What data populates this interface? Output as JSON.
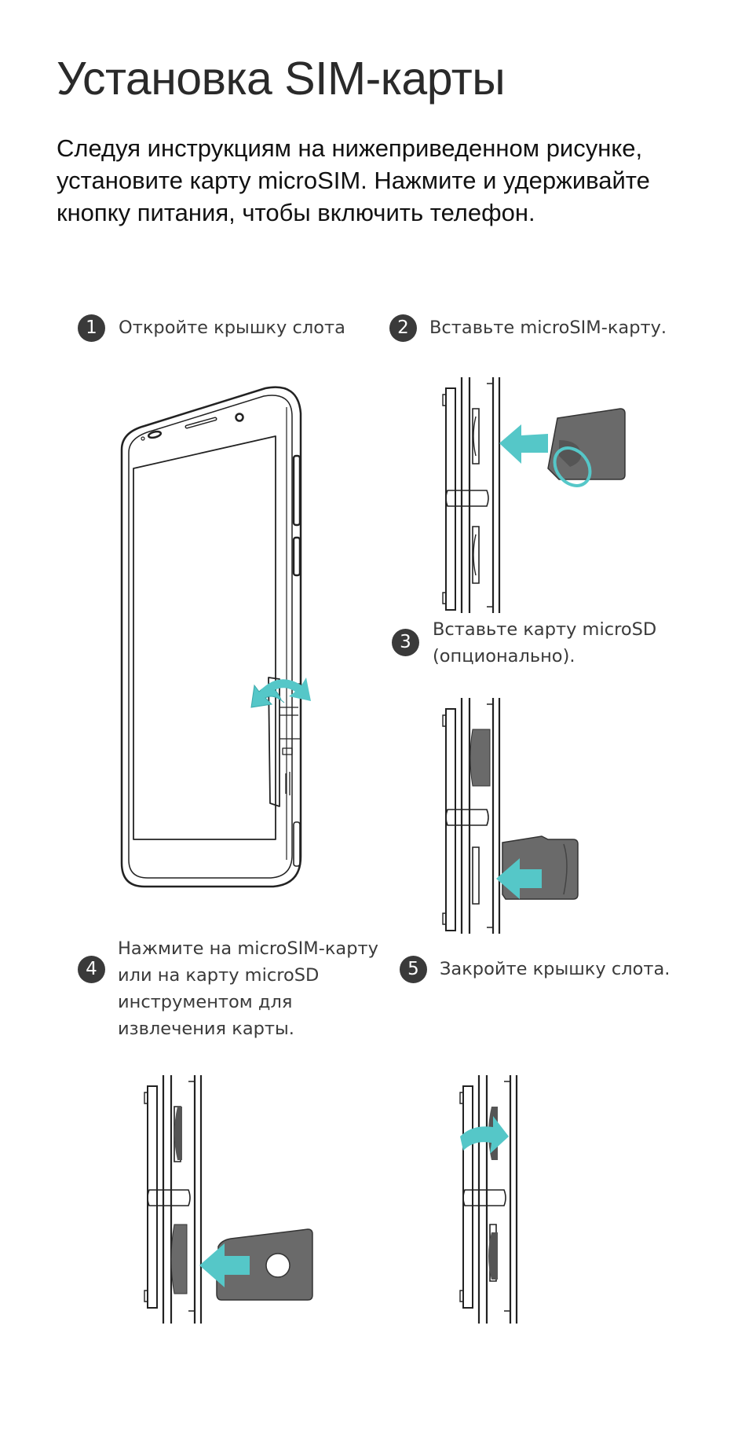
{
  "page": {
    "title": "Установка SIM-карты",
    "intro": "Следуя инструкциям на нижеприведенном рисунке, установите карту microSIM. Нажмите и удерживайте кнопку питания, чтобы включить телефон."
  },
  "steps": [
    {
      "number": "1",
      "text": "Откройте крышку слота"
    },
    {
      "number": "2",
      "text": "Вставьте microSIM-карту."
    },
    {
      "number": "3",
      "text": "Вставьте карту microSD\n(опционально)."
    },
    {
      "number": "4",
      "text": "Нажмите на microSIM-карту\nили на карту microSD\nинструментом для\nизвлечения карты."
    },
    {
      "number": "5",
      "text": "Закройте крышку слота."
    }
  ],
  "colors": {
    "arrow": "#55c7c8",
    "card": "#6a6a6a",
    "line": "#222222"
  }
}
